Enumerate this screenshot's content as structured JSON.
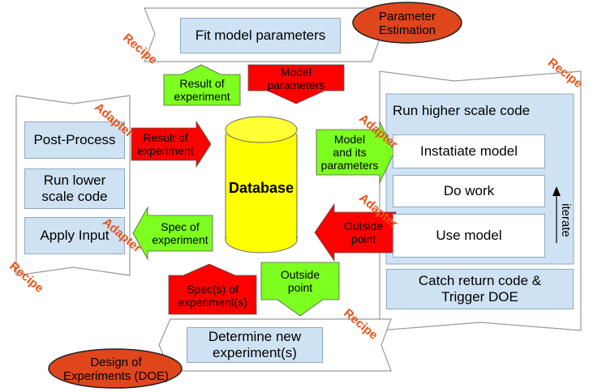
{
  "top": {
    "fit_box": "Fit model parameters",
    "pe_ellipse": "Parameter\nEstimation"
  },
  "left_panel": {
    "post_process": "Post-Process",
    "run_lower": "Run lower\nscale code",
    "apply_input": "Apply Input"
  },
  "right_panel": {
    "run_higher": "Run higher scale code",
    "instantiate": "Instatiate model",
    "do_work": "Do work",
    "use_model": "Use model",
    "iterate": "iterate",
    "catch": "Catch return code &\nTrigger DOE"
  },
  "database": "Database",
  "bottom": {
    "determine": "Determine new\nexperiment(s)",
    "doe_ellipse": "Design of\nExperiments (DOE)"
  },
  "arrows": {
    "result_up": "Result of\nexperiment",
    "model_params_down": "Model\nparameters",
    "result_left": "Result of\nexperiment",
    "model_right": "Model\nand its\nparameters",
    "spec_left": "Spec of\nexperiment",
    "outside_right": "Outside\npoint",
    "spec_bottom": "Spec(s) of\nexperiment(s)",
    "outside_bottom": "Outside\npoint"
  },
  "labels": {
    "recipe": "Recipe",
    "adapter": "Adapter"
  },
  "colors": {
    "red": "#ff0000",
    "green": "#7dff1f",
    "blue_box": "#cfe2f3",
    "ellipse": "#e0461c",
    "db_fill": "#ffff00",
    "recipe_text": "#e8541a"
  }
}
